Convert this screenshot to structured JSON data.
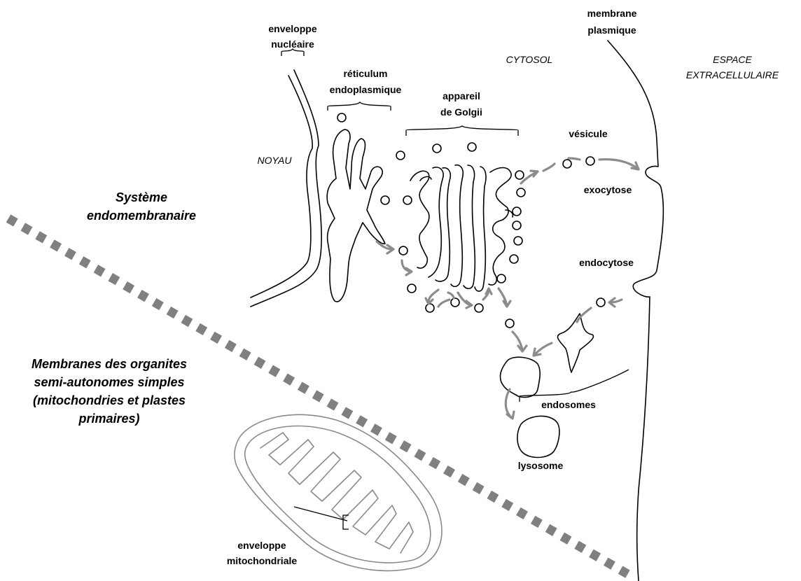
{
  "colors": {
    "membrane": "#000000",
    "arrows": "#8c8c8c",
    "mitochondrion": "#8a8a8a",
    "divider": "#808080",
    "background": "#ffffff"
  },
  "regions": {
    "membrane_plasmique": [
      "membrane",
      "plasmique"
    ],
    "cytosol": "CYTOSOL",
    "espace_extracellulaire": [
      "ESPACE",
      "EXTRACELLULAIRE"
    ],
    "noyau": "NOYAU"
  },
  "organelles": {
    "enveloppe_nucleaire": [
      "enveloppe",
      "nucléaire"
    ],
    "reticulum": [
      "réticulum",
      "endoplasmique"
    ],
    "golgi": [
      "appareil",
      "de Golgii"
    ],
    "vesicule": "vésicule",
    "exocytose": "exocytose",
    "endocytose": "endocytose",
    "endosomes": "endosomes",
    "lysosome": "lysosome",
    "enveloppe_mito": [
      "enveloppe",
      "mitochondriale"
    ]
  },
  "sections": {
    "endomembranaire": [
      "Système",
      "endomembranaire"
    ],
    "semi_autonomes": [
      "Membranes des organites",
      "semi-autonomes simples",
      "(mitochondries et plastes",
      "primaires)"
    ]
  }
}
